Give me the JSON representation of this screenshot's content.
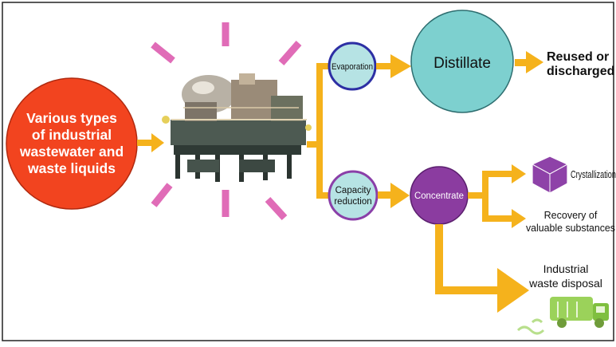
{
  "diagram": {
    "source": {
      "lines": [
        "Various types",
        "of industrial",
        "wastewater and",
        "waste liquids"
      ]
    },
    "nodes": {
      "evaporation": "Evaporation",
      "capacity_reduction": [
        "Capacity",
        "reduction"
      ],
      "distillate": "Distillate",
      "concentrate": "Concentrate",
      "reused": [
        "Reused or",
        "discharged"
      ],
      "crystallization": "Crystallization",
      "recovery": [
        "Recovery of",
        "valuable substances"
      ],
      "disposal": [
        "Industrial",
        "waste disposal"
      ]
    },
    "colors": {
      "arrow": "#f5b21c",
      "source_fill": "#f2441f",
      "evaporation_fill": "#b6e3e4",
      "evaporation_stroke": "#2d2fa4",
      "distillate_fill": "#7dd0cf",
      "capacity_fill": "#b6e3e4",
      "capacity_stroke": "#8a3fa8",
      "concentrate_fill": "#8b3ca0",
      "crystal_fill": "#8e42a8",
      "ray": "#e06cb7",
      "truck": "#9bd25a"
    },
    "icons": {
      "machine": "industrial-plant-image",
      "crystal": "cube-icon",
      "truck": "garbage-truck-icon",
      "rays": "sparkle-rays"
    }
  }
}
